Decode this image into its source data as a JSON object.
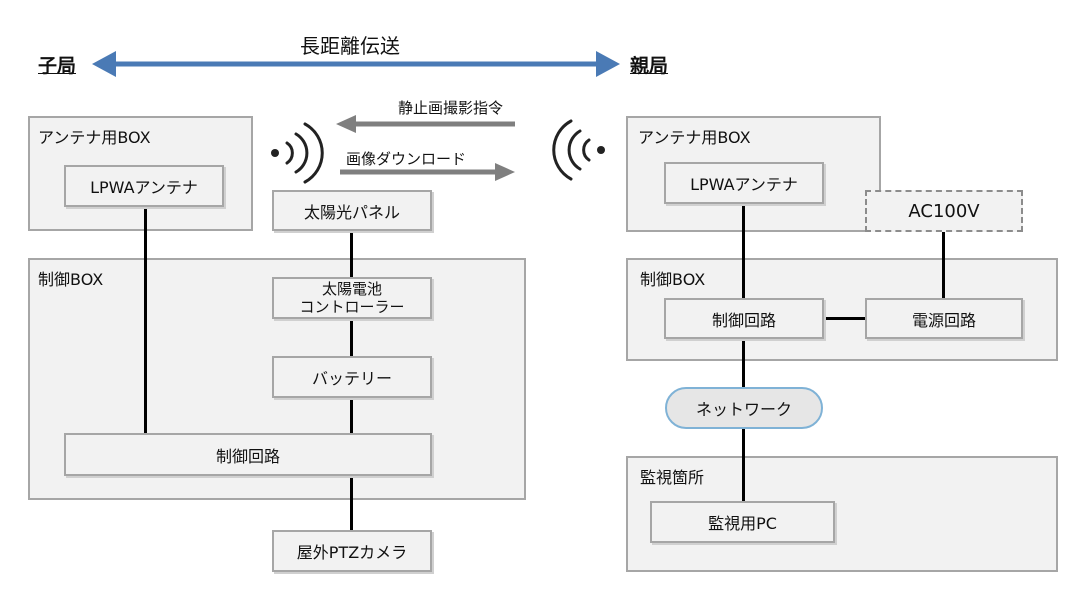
{
  "transmission": {
    "title": "長距離伝送",
    "color": "#4a7ab5"
  },
  "headers": {
    "child": "子局",
    "parent": "親局"
  },
  "signals": {
    "still_capture": "静止画撮影指令",
    "download": "画像ダウンロード"
  },
  "child": {
    "antenna_box": "アンテナ用BOX",
    "antenna": "LPWAアンテナ",
    "solar_panel": "太陽光パネル",
    "control_box": "制御BOX",
    "solar_controller_1": "太陽電池",
    "solar_controller_2": "コントローラー",
    "battery": "バッテリー",
    "control_circuit": "制御回路",
    "camera": "屋外PTZカメラ"
  },
  "parent": {
    "antenna_box": "アンテナ用BOX",
    "antenna": "LPWAアンテナ",
    "ac": "AC100V",
    "control_box": "制御BOX",
    "control_circuit": "制御回路",
    "power_circuit": "電源回路",
    "network": "ネットワーク",
    "monitor_site": "監視箇所",
    "monitor_pc": "監視用PC"
  }
}
